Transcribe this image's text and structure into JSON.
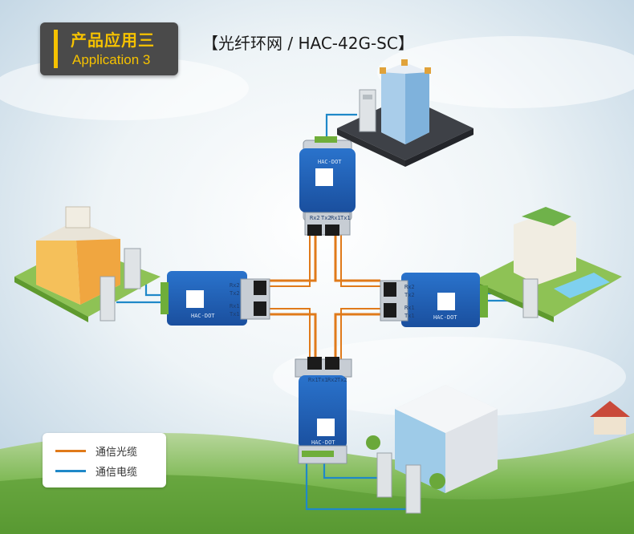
{
  "badge": {
    "title": "产品应用三",
    "subtitle": "Application 3"
  },
  "heading": "【光纤环网 / HAC-42G-SC】",
  "legend": {
    "items": [
      {
        "label": "通信光缆",
        "color": "#e07a1a"
      },
      {
        "label": "通信电缆",
        "color": "#1f88c8"
      }
    ]
  },
  "devices": {
    "top": {
      "port_labels": [
        "Rx2",
        "Tx2",
        "Rx1",
        "Tx1"
      ],
      "brand": "HAC-DOT"
    },
    "left": {
      "port_labels": [
        "Rx2",
        "Tx2",
        "Rx1",
        "Tx1"
      ],
      "brand": "HAC-DOT"
    },
    "right": {
      "port_labels": [
        "Rx2",
        "Tx2",
        "Rx1",
        "Tx1"
      ],
      "brand": "HAC-DOT"
    },
    "bottom": {
      "port_labels": [
        "Rx1",
        "Tx1",
        "Rx2",
        "Tx2"
      ],
      "brand": "HAC-DOT"
    }
  },
  "colors": {
    "device_blue": "#1e5fb4",
    "fiber": "#e07a1a",
    "cable": "#1f88c8",
    "sky": "#dfe9f2",
    "grass": "#6fb34a"
  }
}
